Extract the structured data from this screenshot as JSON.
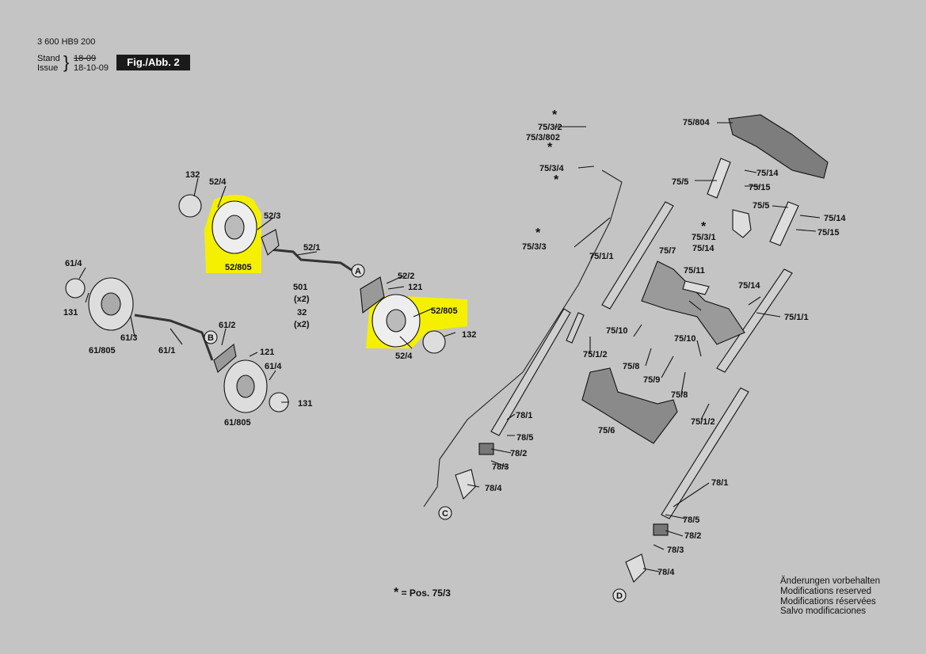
{
  "header": {
    "doc_number": "3 600 HB9 200",
    "stand_label": "Stand",
    "issue_label": "Issue",
    "stand_date": "18-09",
    "issue_date": "18-10-09",
    "figure": "Fig./Abb. 2"
  },
  "parts": {
    "p132a": "132",
    "p52_4a": "52/4",
    "p52_3": "52/3",
    "p52_805a": "52/805",
    "p52_1": "52/1",
    "pA": "A",
    "p52_2": "52/2",
    "p121a": "121",
    "p501": "501",
    "px2a": "(x2)",
    "p32": "32",
    "px2b": "(x2)",
    "p52_805b": "52/805",
    "p132b": "132",
    "p52_4b": "52/4",
    "p61_4a": "61/4",
    "p131a": "131",
    "p61_805a": "61/805",
    "p61_3": "61/3",
    "p61_1": "61/1",
    "p61_2": "61/2",
    "pB": "B",
    "p121b": "121",
    "p61_4b": "61/4",
    "p131b": "131",
    "p61_805b": "61/805",
    "p75_3_2": "75/3/2",
    "p75_3_802": "75/3/802",
    "p75_3_4": "75/3/4",
    "p75_3_3": "75/3/3",
    "p78_1a": "78/1",
    "p78_5a": "78/5",
    "p78_2a": "78/2",
    "p78_3a": "78/3",
    "p78_4a": "78/4",
    "pC": "C",
    "p75_804": "75/804",
    "p75_5a": "75/5",
    "p75_14a": "75/14",
    "p75_15a": "75/15",
    "p75_5b": "75/5",
    "p75_14b": "75/14",
    "p75_15b": "75/15",
    "p75_3_1": "75/3/1",
    "p75_14c": "75/14",
    "p75_1_1a": "75/1/1",
    "p75_7": "75/7",
    "p75_11": "75/11",
    "p75_14d": "75/14",
    "p75_1_1b": "75/1/1",
    "p75_10a": "75/10",
    "p75_1_2a": "75/1/2",
    "p75_10b": "75/10",
    "p75_8a": "75/8",
    "p75_9": "75/9",
    "p75_8b": "75/8",
    "p75_1_2b": "75/1/2",
    "p75_6": "75/6",
    "p78_1b": "78/1",
    "p78_5b": "78/5",
    "p78_2b": "78/2",
    "p78_3b": "78/3",
    "p78_4b": "78/4",
    "pD": "D"
  },
  "legend": {
    "text": "= Pos.  75/3"
  },
  "notes": [
    "Änderungen vorbehalten",
    "Modifications reserved",
    "Modifications réservées",
    "Salvo modificaciones"
  ],
  "colors": {
    "highlight": "#f5f000",
    "background": "#c4c4c4",
    "ink": "#111111"
  }
}
